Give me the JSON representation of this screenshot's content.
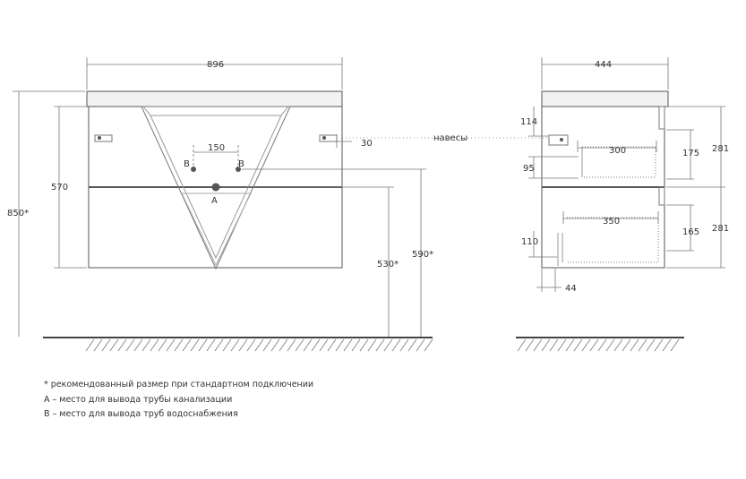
{
  "colors": {
    "line": "#555555",
    "dim": "#777777",
    "text": "#333333",
    "floor": "#444444",
    "countertop": "#f2f2f2"
  },
  "front_view": {
    "width": "896",
    "height_total": "850*",
    "body_height": "570",
    "drain_height": "530*",
    "supply_height": "590*",
    "pipe_spacing": "150",
    "bracket_offset": "30",
    "drain_label": "A",
    "supply_label_left": "B",
    "supply_label_right": "B"
  },
  "side_view": {
    "depth": "444",
    "hanger_label": "навесы",
    "top_offset": "114",
    "drawer_top_depth": "300",
    "drawer_top_height": "175",
    "drawer_top_module": "281",
    "drawer_gap": "95",
    "drawer_bottom_depth": "350",
    "drawer_bottom_height": "165",
    "drawer_bottom_module": "281",
    "bottom_offset": "110",
    "side_thickness": "44"
  },
  "notes": [
    "* рекомендованный размер при стандартном подключении",
    "А – место для вывода трубы канализации",
    "В – место для вывода труб водоснабжения"
  ]
}
